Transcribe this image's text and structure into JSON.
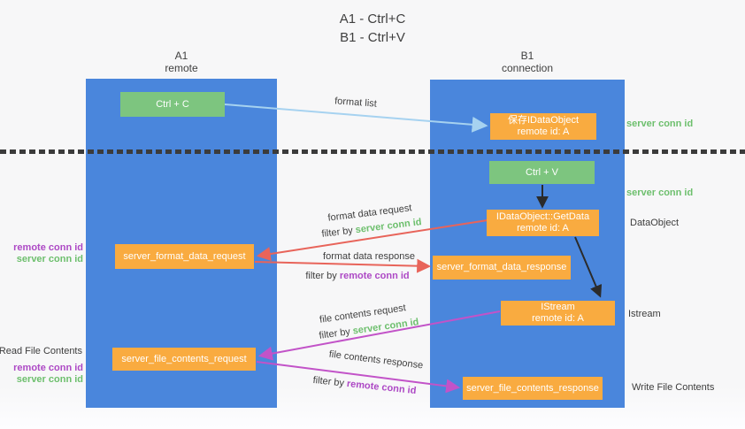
{
  "title": {
    "line1": "A1 - Ctrl+C",
    "line2": "B1 - Ctrl+V"
  },
  "lanes": {
    "a1": {
      "title": "A1",
      "subtitle": "remote"
    },
    "b1": {
      "title": "B1",
      "subtitle": "connection"
    }
  },
  "nodes": {
    "ctrl_c": {
      "label": "Ctrl + C"
    },
    "save_dataobject": {
      "line1": "保存IDataObject",
      "line2": "remote id: A"
    },
    "ctrl_v": {
      "label": "Ctrl + V"
    },
    "getdata": {
      "line1": "IDataObject::GetData",
      "line2": "remote id: A"
    },
    "istream": {
      "line1": "IStream",
      "line2": "remote id: A"
    },
    "server_format_data_request": {
      "label": "server_format_data_request"
    },
    "server_format_data_response": {
      "label": "server_format_data_response"
    },
    "server_file_contents_request": {
      "label": "server_file_contents_request"
    },
    "server_file_contents_response": {
      "label": "server_file_contents_response"
    }
  },
  "annotations": {
    "format_list": "format list",
    "server_conn_id_save": "server conn id",
    "server_conn_id_paste": "server conn id",
    "dataobject": "DataObject",
    "istream": "Istream",
    "write_file_contents": "Write File Contents",
    "read_file_contents": "Read File Contents",
    "left_format": {
      "remote": "remote conn id",
      "server": "server conn id"
    },
    "left_file": {
      "remote": "remote conn id",
      "server": "server conn id"
    },
    "format_data_request": "format data request",
    "format_data_response": "format data response",
    "file_contents_request": "file contents request",
    "file_contents_response": "file contents response",
    "filter_by": "filter by",
    "filter_server": "server conn id",
    "filter_remote": "remote conn id"
  },
  "colors": {
    "lane-blue": "#4a86dc",
    "box-green": "#7dc57f",
    "box-orange": "#f9ab40",
    "arrow-lightblue": "#a6d2f0",
    "arrow-red": "#e8645a",
    "arrow-magenta": "#c253c8",
    "text-green": "#6dbf6d",
    "text-purple": "#ad49c5",
    "text-dark": "#3c3c3c",
    "bg": "#f7f7f8"
  }
}
